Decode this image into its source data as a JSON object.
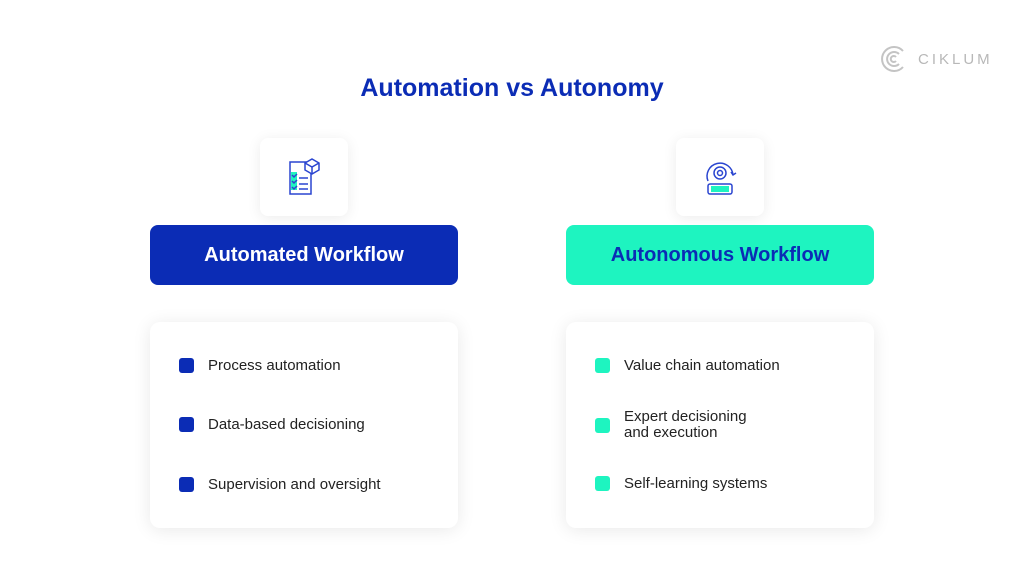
{
  "title": "Automation vs Autonomy",
  "logo": "CIKLUM",
  "left": {
    "heading": "Automated Workflow",
    "items": [
      "Process automation",
      "Data-based decisioning",
      "Supervision and oversight"
    ]
  },
  "right": {
    "heading": "Autonomous Workflow",
    "items": [
      "Value chain automation",
      "Expert decisioning and execution",
      "Self-learning systems"
    ]
  },
  "colors": {
    "blue": "#0b2cb5",
    "mint": "#1ef4c0"
  }
}
